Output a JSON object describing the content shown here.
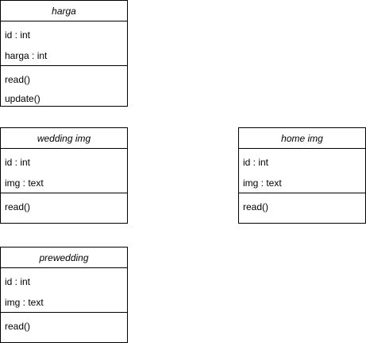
{
  "classes": [
    {
      "id": "harga",
      "name": "harga",
      "attributes": [
        "id : int",
        "harga : int"
      ],
      "methods": [
        "read()",
        "update()"
      ]
    },
    {
      "id": "wedding-img",
      "name": "wedding img",
      "attributes": [
        "id : int",
        "img : text"
      ],
      "methods": [
        "read()"
      ]
    },
    {
      "id": "home-img",
      "name": "home img",
      "attributes": [
        "id : int",
        "img : text"
      ],
      "methods": [
        "read()"
      ]
    },
    {
      "id": "prewedding",
      "name": "prewedding",
      "attributes": [
        "id : int",
        "img : text"
      ],
      "methods": [
        "read()"
      ]
    }
  ]
}
